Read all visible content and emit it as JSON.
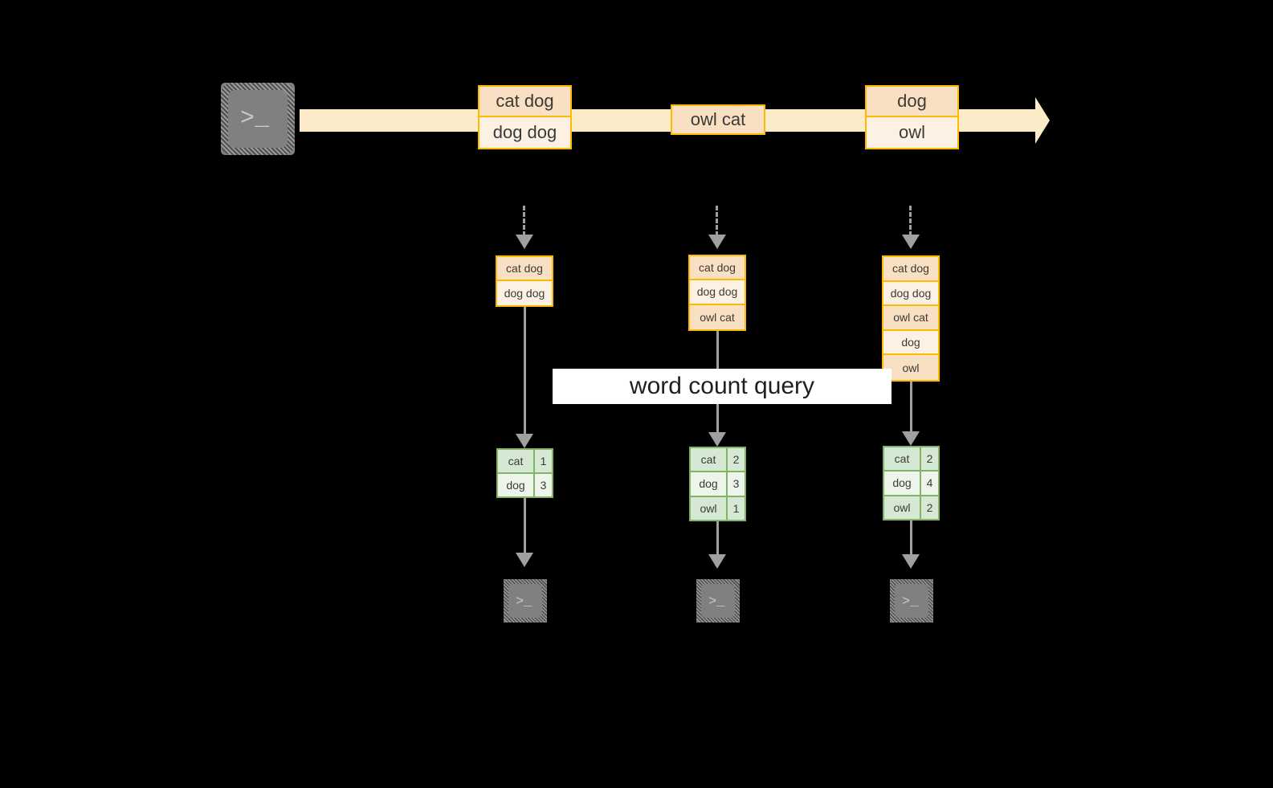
{
  "diagram": {
    "title": "word count query stream diagram",
    "colors": {
      "background": "#000000",
      "stream_band": "#FCEBC8",
      "orange_border": "#FFB900",
      "orange_fill_dark": "#FAE0C3",
      "orange_fill_light": "#FDF1E3",
      "green_border": "#82B366",
      "green_fill_dark": "#D5E8D4",
      "green_fill_light": "#EDF5EB",
      "connector_gray": "#A0A0A0",
      "terminal_gray": "#808080",
      "label_band": "#FFFFFF"
    }
  },
  "source": {
    "icon": "terminal-icon",
    "glyph": ">_"
  },
  "stream": {
    "groups": [
      {
        "name": "group-1",
        "cells": [
          "cat dog",
          "dog dog"
        ]
      },
      {
        "name": "group-2",
        "cells": [
          "owl cat"
        ]
      },
      {
        "name": "group-3",
        "cells": [
          "dog",
          "owl"
        ]
      }
    ]
  },
  "snapshots": [
    {
      "name": "snapshot-1",
      "input_cells": [
        "cat dog",
        "dog dog"
      ],
      "result": {
        "rows": [
          {
            "word": "cat",
            "count": "1"
          },
          {
            "word": "dog",
            "count": "3"
          }
        ]
      },
      "sink": {
        "icon": "terminal-icon",
        "glyph": ">_"
      }
    },
    {
      "name": "snapshot-2",
      "input_cells": [
        "cat dog",
        "dog dog",
        "owl cat"
      ],
      "result": {
        "rows": [
          {
            "word": "cat",
            "count": "2"
          },
          {
            "word": "dog",
            "count": "3"
          },
          {
            "word": "owl",
            "count": "1"
          }
        ]
      },
      "sink": {
        "icon": "terminal-icon",
        "glyph": ">_"
      }
    },
    {
      "name": "snapshot-3",
      "input_cells": [
        "cat dog",
        "dog dog",
        "owl cat",
        "dog",
        "owl"
      ],
      "result": {
        "rows": [
          {
            "word": "cat",
            "count": "2"
          },
          {
            "word": "dog",
            "count": "4"
          },
          {
            "word": "owl",
            "count": "2"
          }
        ]
      },
      "sink": {
        "icon": "terminal-icon",
        "glyph": ">_"
      }
    }
  ],
  "query_label": "word count query"
}
